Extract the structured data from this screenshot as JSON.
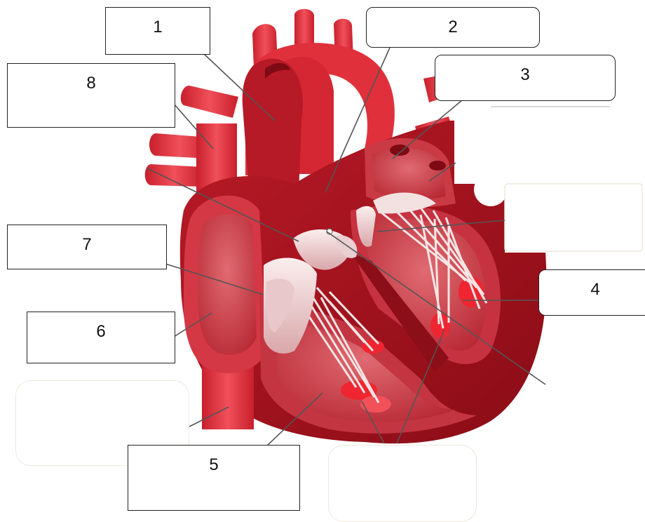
{
  "diagram": {
    "labels": [
      {
        "id": "1",
        "text": "1"
      },
      {
        "id": "2",
        "text": "2"
      },
      {
        "id": "3",
        "text": "3"
      },
      {
        "id": "4",
        "text": "4"
      },
      {
        "id": "5",
        "text": "5"
      },
      {
        "id": "6",
        "text": "6"
      },
      {
        "id": "7",
        "text": "7"
      },
      {
        "id": "8",
        "text": "8"
      }
    ],
    "colors": {
      "muscle": "#a5121d",
      "muscle_dark": "#7e0a14",
      "vessel": "#e0303b",
      "chamber": "#c9404a",
      "chamber_light": "#e8868c",
      "valve": "#f1dede",
      "leader": "#555555"
    }
  }
}
